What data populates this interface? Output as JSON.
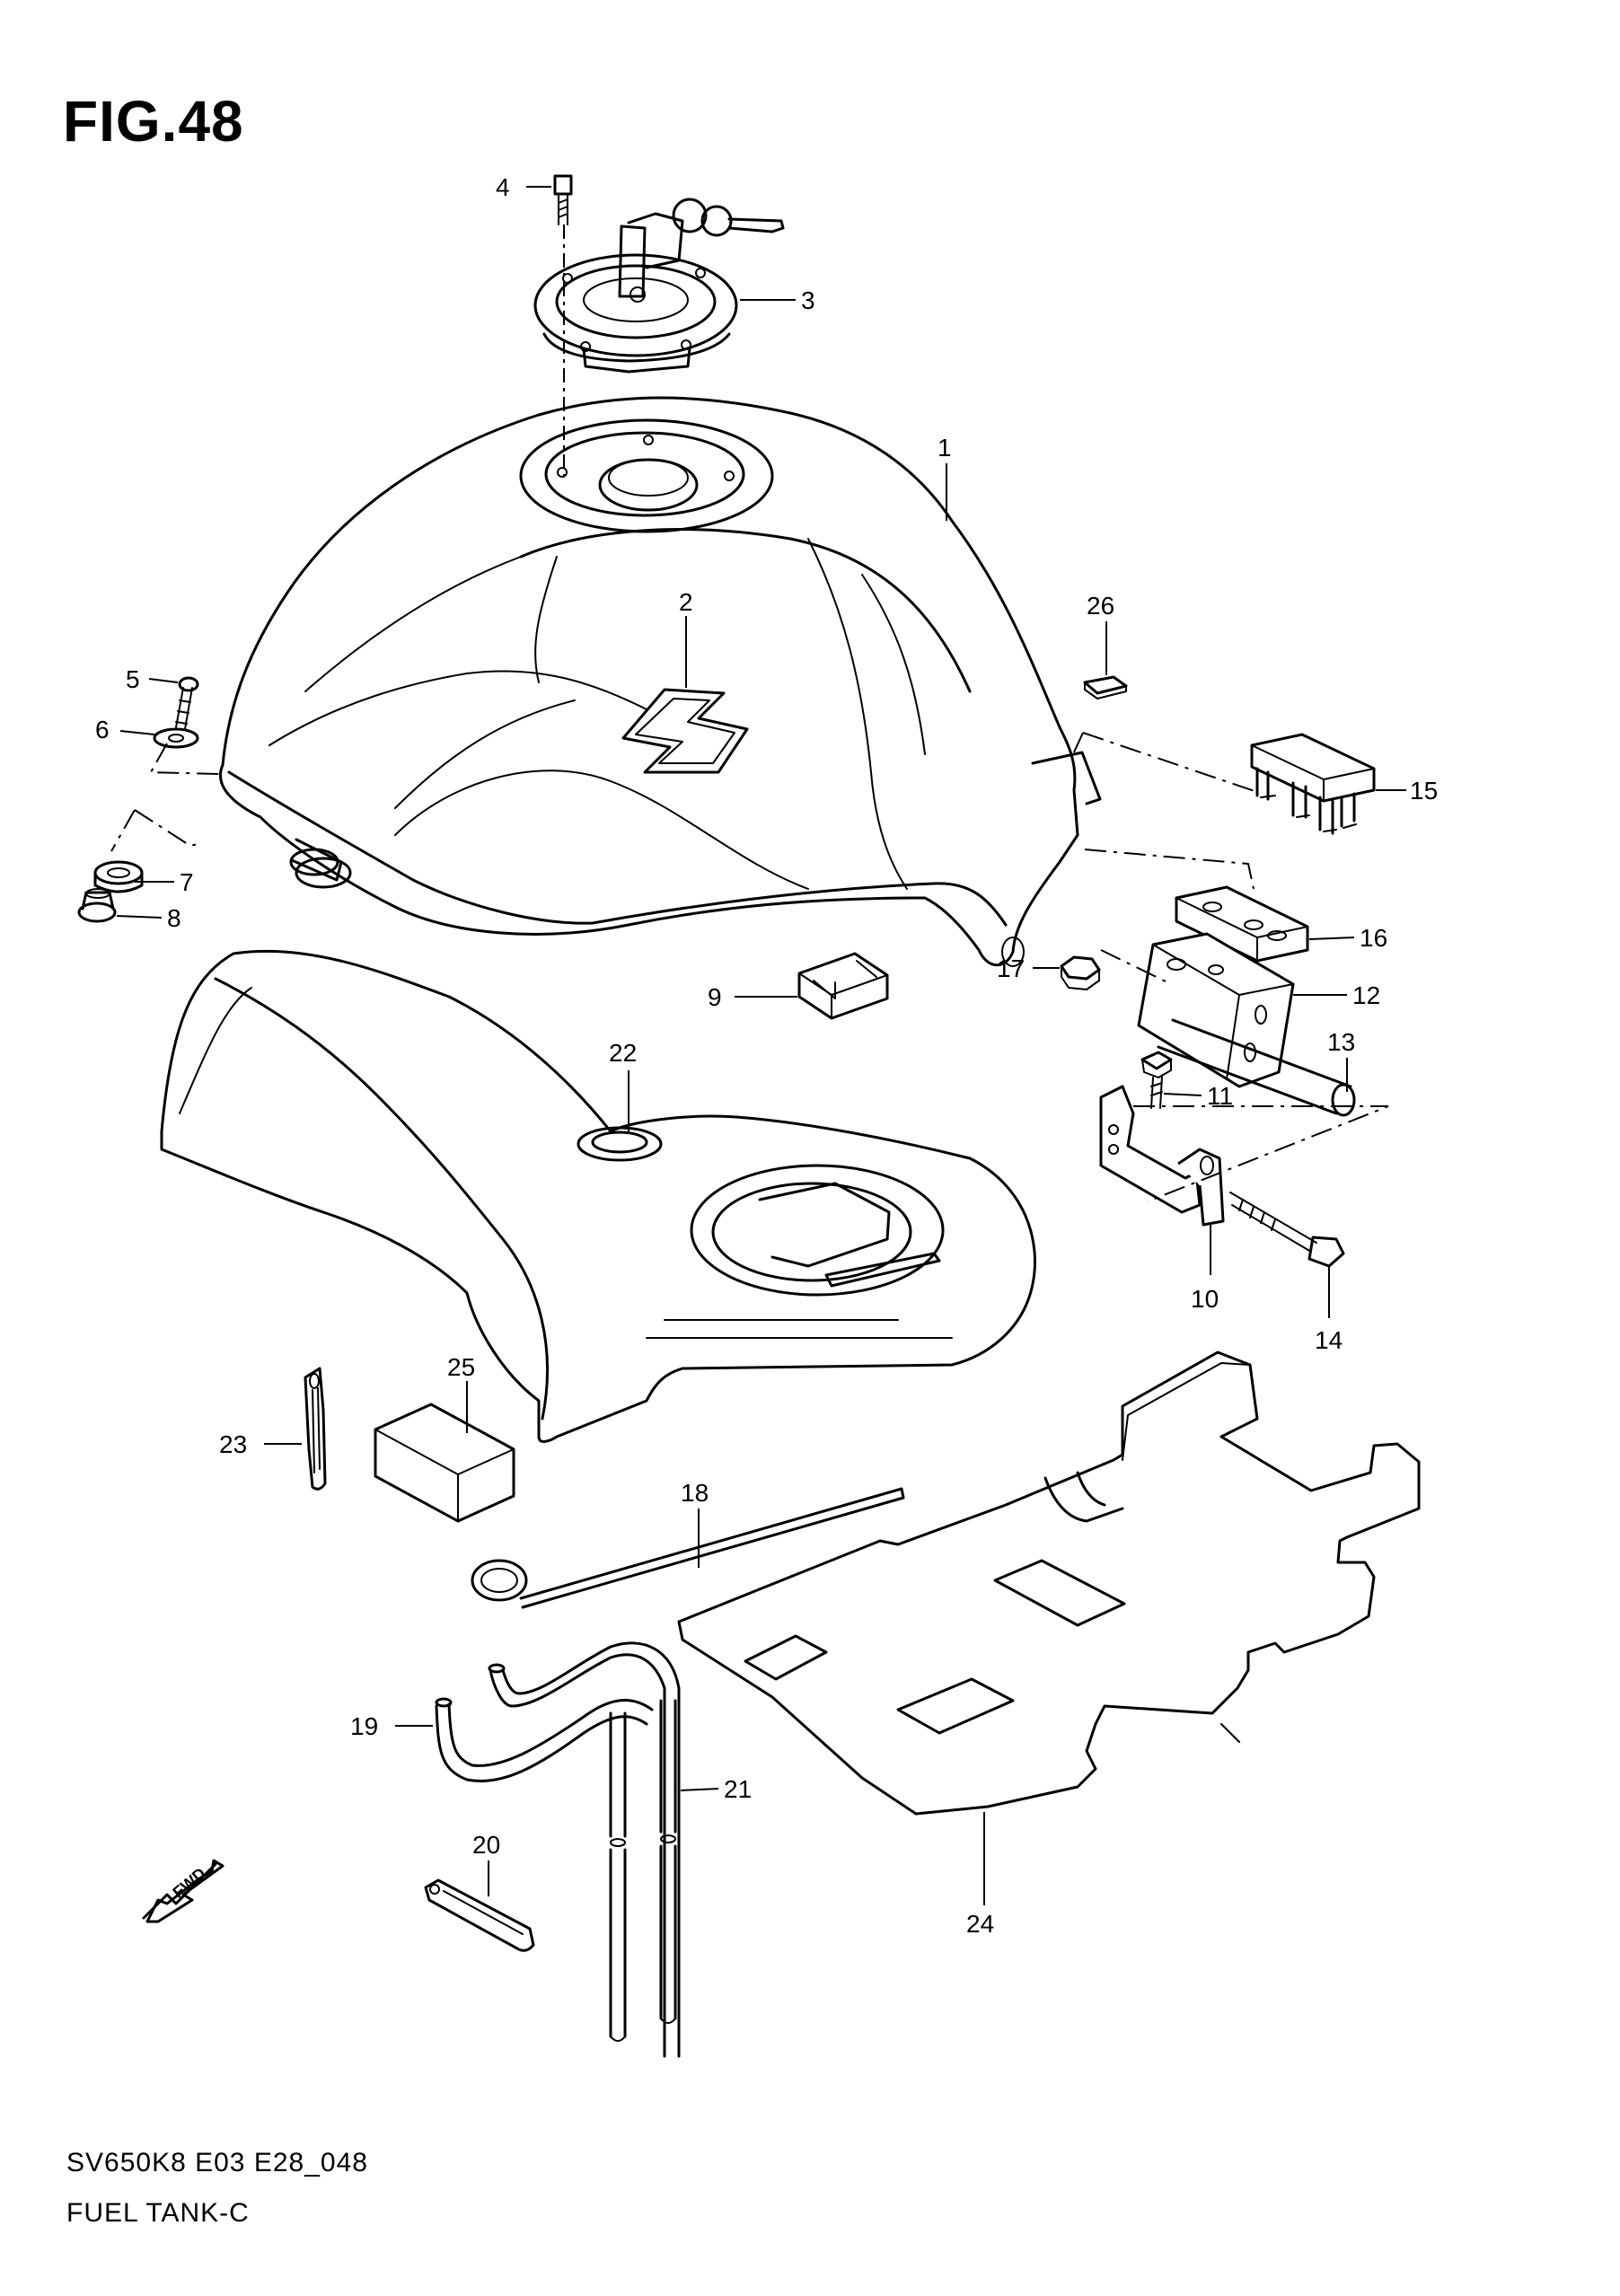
{
  "figure": {
    "title": "FIG.48",
    "model_code": "SV650K8 E03 E28_048",
    "caption": "FUEL TANK-C",
    "fwd_label": "FWD"
  },
  "parts": [
    {
      "no": "1",
      "name": "fuel-tank"
    },
    {
      "no": "2",
      "name": "emblem"
    },
    {
      "no": "3",
      "name": "fuel-cap"
    },
    {
      "no": "4",
      "name": "bolt"
    },
    {
      "no": "5",
      "name": "bolt"
    },
    {
      "no": "6",
      "name": "washer"
    },
    {
      "no": "7",
      "name": "cushion"
    },
    {
      "no": "8",
      "name": "collar"
    },
    {
      "no": "9",
      "name": "cushion"
    },
    {
      "no": "10",
      "name": "bracket"
    },
    {
      "no": "11",
      "name": "bolt"
    },
    {
      "no": "12",
      "name": "bracket"
    },
    {
      "no": "13",
      "name": "pipe"
    },
    {
      "no": "14",
      "name": "bolt"
    },
    {
      "no": "15",
      "name": "cushion"
    },
    {
      "no": "16",
      "name": "cushion"
    },
    {
      "no": "17",
      "name": "nut"
    },
    {
      "no": "18",
      "name": "rod"
    },
    {
      "no": "19",
      "name": "hose"
    },
    {
      "no": "20",
      "name": "clamp"
    },
    {
      "no": "21",
      "name": "hose"
    },
    {
      "no": "22",
      "name": "inner-cover"
    },
    {
      "no": "23",
      "name": "clamp"
    },
    {
      "no": "24",
      "name": "plate"
    },
    {
      "no": "25",
      "name": "cushion"
    },
    {
      "no": "26",
      "name": "cushion"
    }
  ]
}
